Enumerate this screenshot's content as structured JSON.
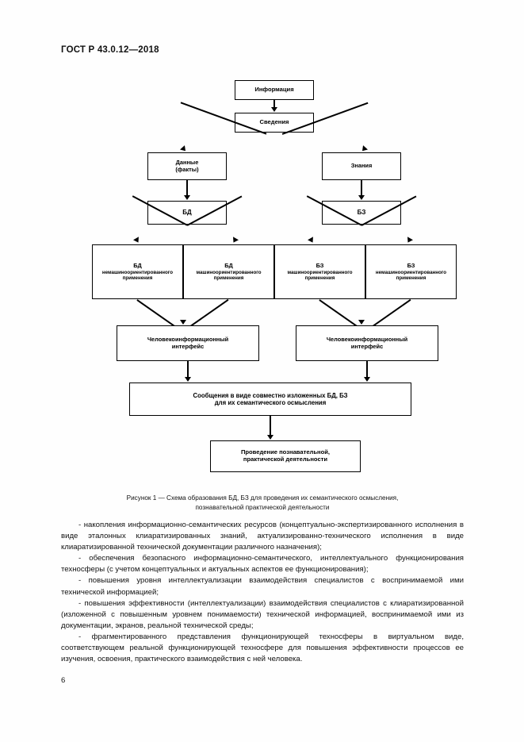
{
  "header": {
    "standard_code": "ГОСТ Р 43.0.12—2018"
  },
  "figure": {
    "caption_line1": "Рисунок 1 — Схема образования БД, БЗ для проведения их семантического осмысления,",
    "caption_line2": "познавательной практической деятельности",
    "nodes": {
      "information": "Информация",
      "data_info": "Сведения",
      "data_facts_line1": "Данные",
      "data_facts_line2": "(факты)",
      "knowledge": "Знания",
      "db": "БД",
      "kb": "БЗ",
      "db_nonmachine_title": "БД",
      "db_nonmachine_sub1": "немашиноориентированного",
      "db_nonmachine_sub2": "применения",
      "db_machine_title": "БД",
      "db_machine_sub1": "машиноориентированного",
      "db_machine_sub2": "применения",
      "kb_machine_title": "БЗ",
      "kb_machine_sub1": "машиноориентированного",
      "kb_machine_sub2": "применения",
      "kb_nonmachine_title": "БЗ",
      "kb_nonmachine_sub1": "немашиноориентированного",
      "kb_nonmachine_sub2": "применения",
      "interface_left_line1": "Человекоинформационный",
      "interface_left_line2": "интерфейс",
      "interface_right_line1": "Человекоинформационный",
      "interface_right_line2": "интерфейс",
      "messages_line1": "Сообщения в виде совместно изложенных БД, БЗ",
      "messages_line2": "для их семантического осмысления",
      "activity_line1": "Проведение познавательной,",
      "activity_line2": "практической деятельности"
    }
  },
  "body": {
    "paragraph1": "- накопления информационно-семантических ресурсов (концептуально-экспертизированного исполнения в виде эталонных клиаратизированных знаний, актуализированно-технического исполнения в виде клиаратизированной технической документации различного назначения);",
    "paragraph2": "- обеспечения безопасного информационно-семантического, интеллектуального функционирования техносферы (с учетом концептуальных и актуальных аспектов ее функционирования);",
    "paragraph3": "- повышения уровня интеллектуализации взаимодействия специалистов с воспринимаемой ими технической информацией;",
    "paragraph4": "- повышения эффективности (интеллектуализации) взаимодействия специалистов с клиаратизированной (изложенной с повышенным уровнем понимаемости) технической информацией, воспринимаемой ими из документации, экранов, реальной технической среды;",
    "paragraph5": "- фрагментированного представления функционирующей техносферы в виртуальном виде, соответствующем реальной функционирующей техносфере для повышения эффективности процессов ее изучения, освоения, практического взаимодействия с ней человека."
  },
  "footer": {
    "page_number": "6"
  }
}
